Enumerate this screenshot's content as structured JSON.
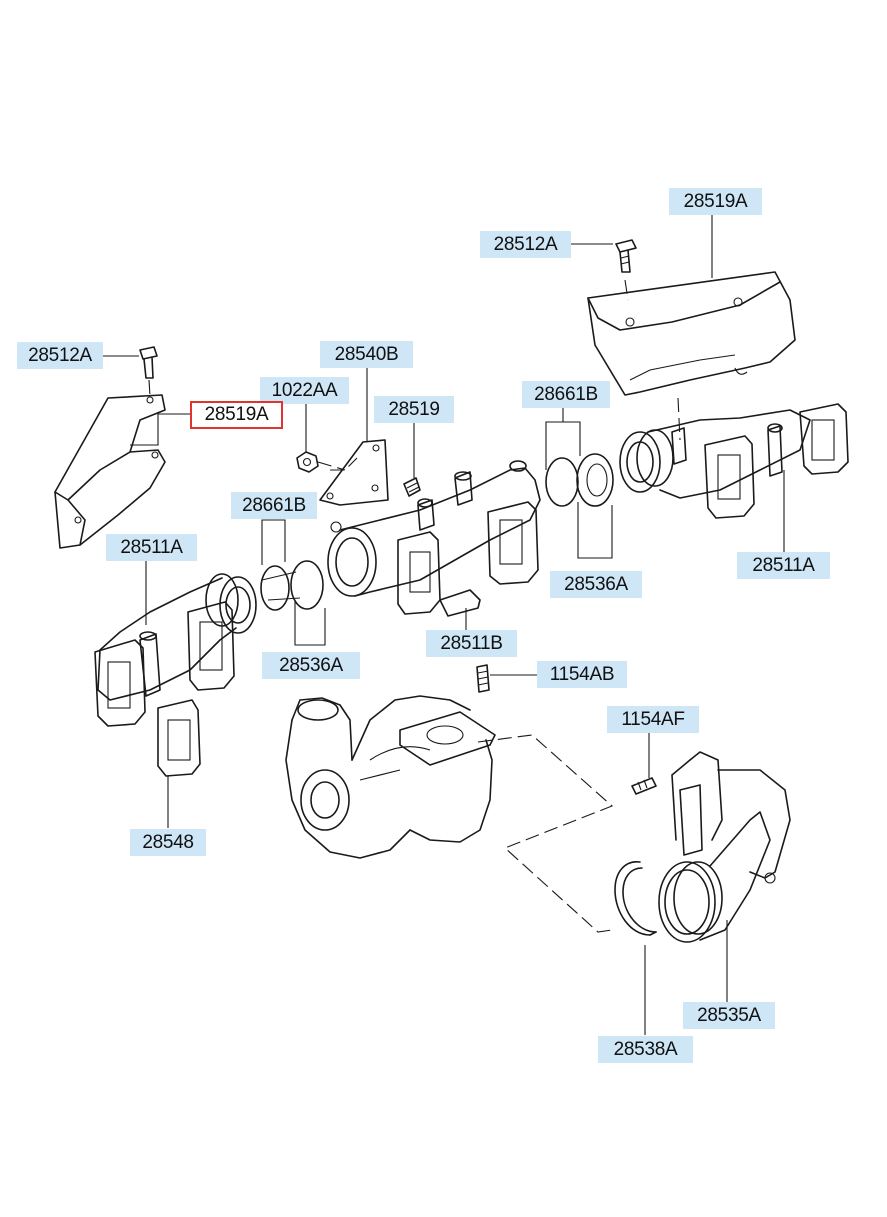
{
  "diagram": {
    "labels": {
      "l1": "28512A",
      "l2": "28519A",
      "l3": "28512A",
      "l4": "28540B",
      "l5": "1022AA",
      "l6": "28519",
      "l7": "28661B",
      "l8": "28519A",
      "l9": "28661B",
      "l10": "28511A",
      "l11": "28536A",
      "l12": "28511A",
      "l13": "28536A",
      "l14": "28511B",
      "l15": "1154AB",
      "l16": "1154AF",
      "l17": "28548",
      "l18": "28535A",
      "l19": "28538A"
    },
    "selected_part": "28519A",
    "colors": {
      "label_bg": "#cfe6f7",
      "selected_border": "#e0342f",
      "line": "#1a1a1a"
    }
  }
}
